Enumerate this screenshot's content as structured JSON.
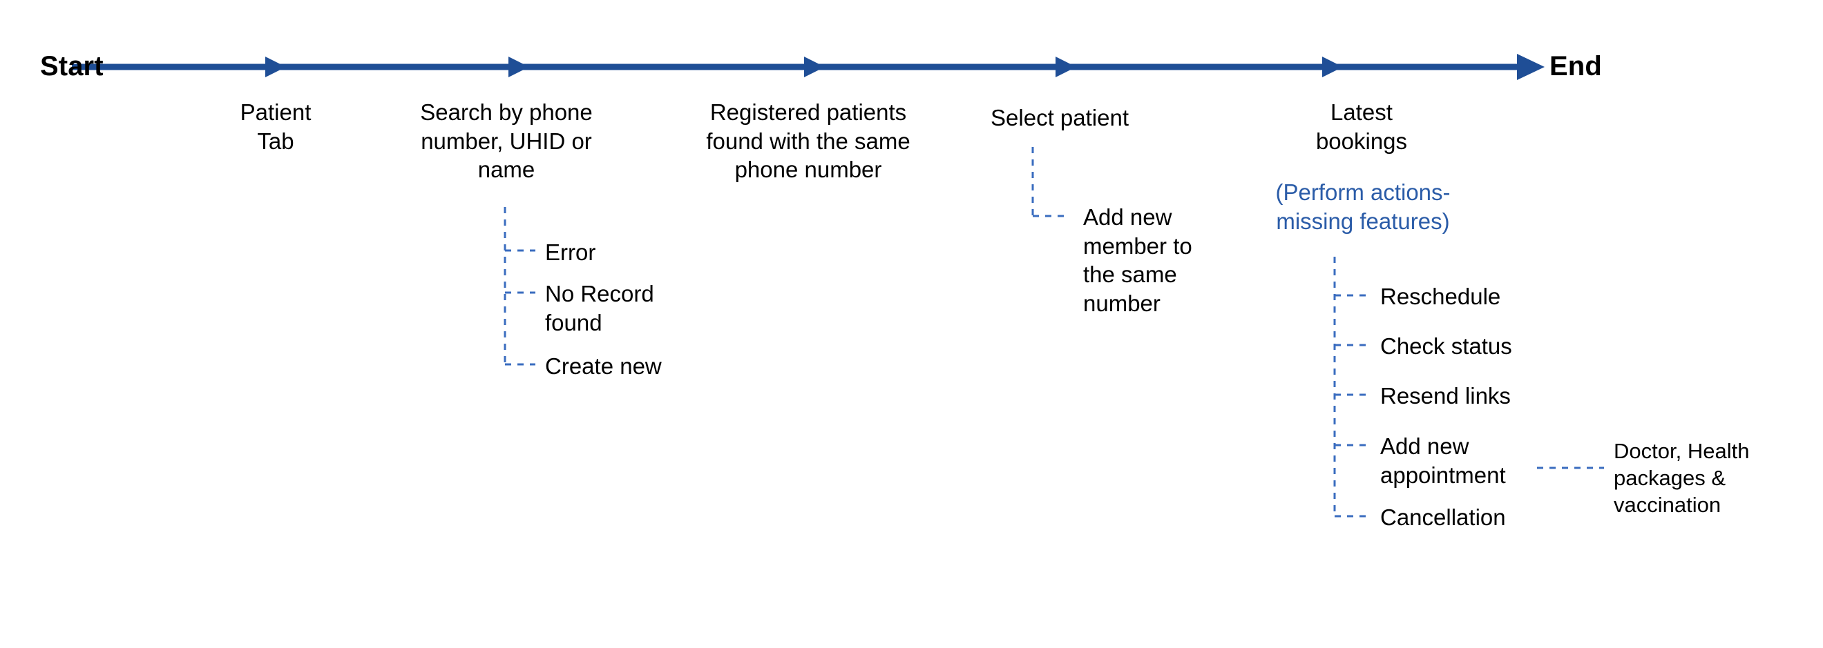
{
  "diagram": {
    "title": "Patient booking flow timeline",
    "accent_color": "#1F4E96",
    "dash_color": "#3A6CBF",
    "note_color": "#2B5CA8",
    "text_color": "#000000",
    "background": "#ffffff"
  },
  "timeline": {
    "start_label": "Start",
    "end_label": "End",
    "arrow_icon": "arrow-right-icon"
  },
  "stages": [
    {
      "id": "patient-tab",
      "label": "Patient\nTab"
    },
    {
      "id": "search",
      "label": "Search by phone\nnumber, UHID or\nname"
    },
    {
      "id": "registered-patients",
      "label": "Registered patients\nfound with the same\nphone number"
    },
    {
      "id": "select-patient",
      "label": "Select patient"
    },
    {
      "id": "latest-bookings",
      "label": "Latest\nbookings"
    }
  ],
  "search_branches": {
    "parent": "search",
    "items": [
      {
        "id": "error",
        "label": "Error"
      },
      {
        "id": "no-record",
        "label": "No Record\nfound"
      },
      {
        "id": "create-new",
        "label": "Create new"
      }
    ]
  },
  "select_patient_branches": {
    "parent": "select-patient",
    "items": [
      {
        "id": "add-member",
        "label": "Add new\nmember to\nthe same\nnumber"
      }
    ]
  },
  "latest_bookings": {
    "note": "(Perform actions-\nmissing features)",
    "items": [
      {
        "id": "reschedule",
        "label": "Reschedule"
      },
      {
        "id": "check-status",
        "label": "Check status"
      },
      {
        "id": "resend-links",
        "label": "Resend links"
      },
      {
        "id": "add-appointment",
        "label": "Add new\nappointment"
      },
      {
        "id": "cancellation",
        "label": "Cancellation"
      }
    ],
    "appointment_detail": "Doctor, Health\npackages &\nvaccination"
  }
}
